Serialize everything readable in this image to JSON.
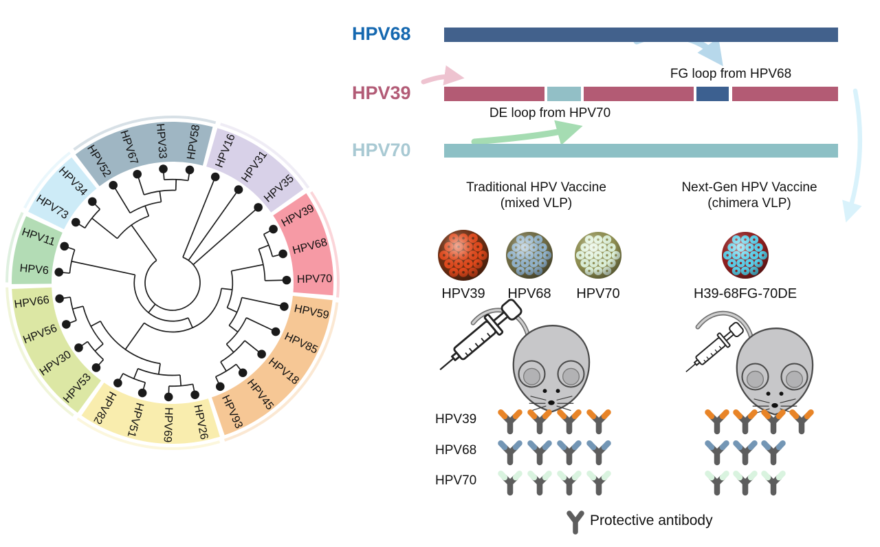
{
  "tree": {
    "taxa_clockwise": [
      "HPV16",
      "HPV31",
      "HPV35",
      "HPV39",
      "HPV68",
      "HPV70",
      "HPV59",
      "HPV85",
      "HPV18",
      "HPV45",
      "HPV93",
      "HPV26",
      "HPV69",
      "HPV51",
      "HPV82",
      "HPV53",
      "HPV30",
      "HPV56",
      "HPV66",
      "HPV6",
      "HPV11",
      "HPV73",
      "HPV34",
      "HPV52",
      "HPV67",
      "HPV33",
      "HPV58"
    ],
    "groups": [
      {
        "color": "#d8d1e8",
        "members": [
          "HPV16",
          "HPV31",
          "HPV35"
        ]
      },
      {
        "color": "#f69aa5",
        "members": [
          "HPV39",
          "HPV68",
          "HPV70"
        ]
      },
      {
        "color": "#f6c795",
        "members": [
          "HPV59",
          "HPV85",
          "HPV18",
          "HPV45",
          "HPV93"
        ]
      },
      {
        "color": "#f9edae",
        "members": [
          "HPV26",
          "HPV69",
          "HPV51",
          "HPV82"
        ]
      },
      {
        "color": "#dce7a4",
        "members": [
          "HPV53",
          "HPV30",
          "HPV56",
          "HPV66"
        ]
      },
      {
        "color": "#b3dcb5",
        "members": [
          "HPV6",
          "HPV11"
        ]
      },
      {
        "color": "#cdebf7",
        "members": [
          "HPV73",
          "HPV34"
        ]
      },
      {
        "color": "#9fb6c3",
        "members": [
          "HPV52",
          "HPV67",
          "HPV33",
          "HPV58"
        ]
      }
    ],
    "topology": [
      "HPV16",
      "HPV31",
      "HPV35",
      [
        [
          [
            [
              [
                "HPV39",
                "HPV68"
              ],
              "HPV70"
            ],
            [
              "HPV59",
              [
                "HPV85",
                [
                  "HPV18",
                  [
                    "HPV45",
                    "HPV93"
                  ]
                ]
              ]
            ]
          ],
          [
            [
              [
                "HPV26",
                "HPV69"
              ],
              [
                "HPV51",
                "HPV82"
              ]
            ],
            [
              [
                "HPV53",
                "HPV30"
              ],
              [
                "HPV56",
                "HPV66"
              ]
            ]
          ]
        ],
        [
          "HPV6",
          "HPV11"
        ]
      ],
      [
        [
          "HPV73",
          "HPV34"
        ],
        [
          "HPV52",
          [
            "HPV67",
            [
              "HPV33",
              "HPV58"
            ]
          ]
        ]
      ]
    ],
    "line_color": "#1b1b1b"
  },
  "constructs": {
    "items": [
      {
        "id": "hpv68",
        "label": "HPV68",
        "label_color": "#1568b0",
        "segments": [
          {
            "from": 0,
            "to": 100,
            "color": "#42618c"
          }
        ]
      },
      {
        "id": "hpv39",
        "label": "HPV39",
        "label_color": "#b25b76",
        "segments": [
          {
            "from": 0,
            "to": 25.4,
            "color": "#b35b74"
          },
          {
            "from": 26.2,
            "to": 34.7,
            "color": "#92bfc6"
          },
          {
            "from": 35.5,
            "to": 63.4,
            "color": "#b35b74"
          },
          {
            "from": 64.0,
            "to": 72.3,
            "color": "#3c6090"
          },
          {
            "from": 73.1,
            "to": 100,
            "color": "#b35b74"
          }
        ]
      },
      {
        "id": "hpv70",
        "label": "HPV70",
        "label_color": "#a8c9d3",
        "segments": [
          {
            "from": 0,
            "to": 100,
            "color": "#8dc0c5"
          }
        ]
      }
    ],
    "fg_annotation": "FG loop from HPV68",
    "de_annotation": "DE loop from HPV70"
  },
  "vaccines": {
    "traditional": {
      "title": "Traditional HPV Vaccine",
      "subtitle": "(mixed VLP)",
      "vlps": [
        {
          "label": "HPV39",
          "capsomer": "#e0491c",
          "gap": "#6e2e12"
        },
        {
          "label": "HPV68",
          "capsomer": "#92b3ca",
          "gap": "#6f6b44"
        },
        {
          "label": "HPV70",
          "capsomer": "#ddf0d9",
          "gap": "#8f8f52"
        }
      ]
    },
    "next_gen": {
      "title": "Next-Gen HPV Vaccine",
      "subtitle": "(chimera VLP)",
      "vlps": [
        {
          "label": "H39-68FG-70DE",
          "capsomer": "#59cfe9",
          "gap": "#8f1f1f"
        }
      ]
    }
  },
  "antibodies": {
    "stem_color": "#5d5d5d",
    "rows": [
      {
        "label": "HPV39",
        "tip_color": "#e88427",
        "traditional_count": 4,
        "next_gen_count": 4
      },
      {
        "label": "HPV68",
        "tip_color": "#7396b5",
        "traditional_count": 4,
        "next_gen_count": 3
      },
      {
        "label": "HPV70",
        "tip_color": "#d9f3df",
        "traditional_count": 4,
        "next_gen_count": 3
      }
    ],
    "legend_label": "Protective antibody"
  }
}
